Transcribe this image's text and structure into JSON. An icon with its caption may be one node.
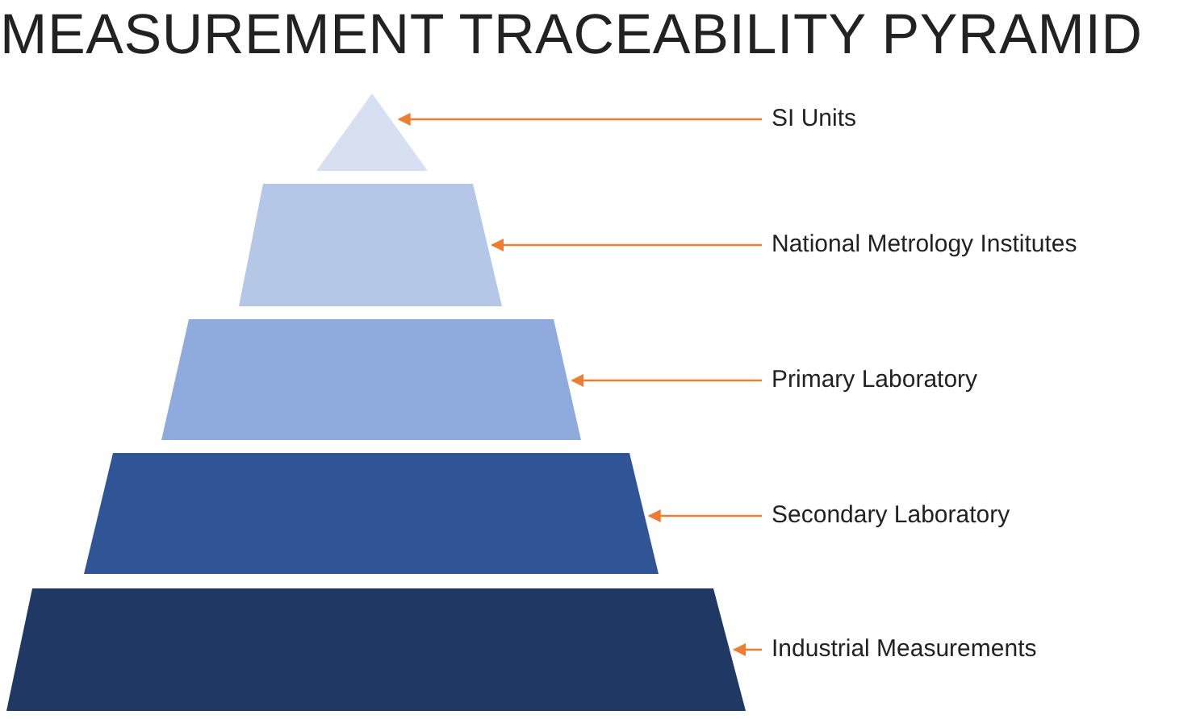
{
  "diagram": {
    "title": "MEASUREMENT TRACEABILITY PYRAMID",
    "nodes": [
      {
        "text": [],
        "shape": "triangle"
      },
      {
        "text": [],
        "shape": "trapezoid"
      },
      {
        "text": [],
        "shape": "trapezoid"
      },
      {
        "text": [],
        "shape": "trapezoid"
      },
      {
        "text": [],
        "shape": "trapezoid"
      },
      {
        "text": [
          "SI Units"
        ]
      },
      {
        "text": [
          "National Metrology Institutes"
        ]
      },
      {
        "text": [
          "Primary Laboratory"
        ]
      },
      {
        "text": [
          "Secondary Laboratory"
        ]
      },
      {
        "text": [
          "Industrial Measurements"
        ]
      }
    ],
    "edges": [
      {
        "from": 5,
        "to": 0,
        "arrow": "to"
      },
      {
        "from": 6,
        "to": 1,
        "arrow": "to"
      },
      {
        "from": 7,
        "to": 2,
        "arrow": "to"
      },
      {
        "from": 8,
        "to": 3,
        "arrow": "to"
      },
      {
        "from": 9,
        "to": 4,
        "arrow": "to"
      }
    ]
  }
}
